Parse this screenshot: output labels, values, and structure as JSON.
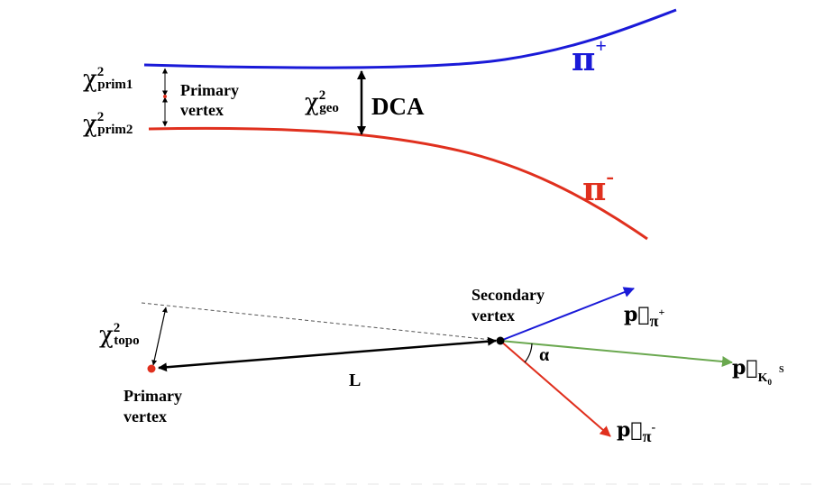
{
  "colors": {
    "pi_plus": "#1a1ad8",
    "pi_minus": "#e0301e",
    "kaon": "#6aa84f",
    "black": "#000000",
    "dash": "#555555"
  },
  "top": {
    "chi_symbol": "χ",
    "chi_sup": "2",
    "prim1_sub": "prim1",
    "prim2_sub": "prim2",
    "geo_sub": "geo",
    "primary_vertex_line1": "Primary",
    "primary_vertex_line2": "vertex",
    "dca_label": "DCA",
    "pi_plus_symbol": "π",
    "pi_plus_charge": "+",
    "pi_minus_symbol": "π",
    "pi_minus_charge": "-"
  },
  "bottom": {
    "chi_symbol": "χ",
    "chi_sup": "2",
    "topo_sub": "topo",
    "primary_vertex_line1": "Primary",
    "primary_vertex_line2": "vertex",
    "secondary_vertex_line1": "Secondary",
    "secondary_vertex_line2": "vertex",
    "length_label": "L",
    "angle_label": "α",
    "p_symbol": "p⃗",
    "p_pi_plus_sub": "π",
    "p_pi_plus_sup": "+",
    "p_pi_minus_sub": "π",
    "p_pi_minus_sup": "-",
    "p_k_sub": "K",
    "p_k_subsub": "0",
    "p_k_sup": "S"
  }
}
